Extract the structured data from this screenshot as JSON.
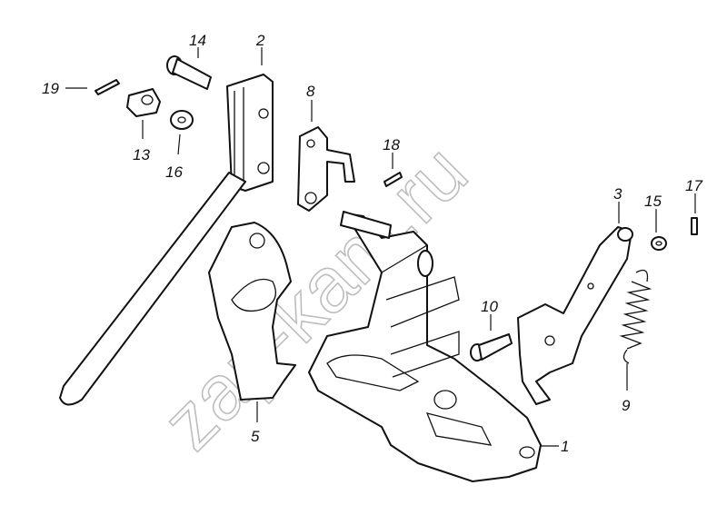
{
  "watermark": "zap-kam.ru",
  "labels": {
    "l1": "1",
    "l2": "2",
    "l3": "3",
    "l5": "5",
    "l8": "8",
    "l9": "9",
    "l10": "10",
    "l13": "13",
    "l14": "14",
    "l15": "15",
    "l16": "16",
    "l17": "17",
    "l18": "18",
    "l19": "19"
  }
}
